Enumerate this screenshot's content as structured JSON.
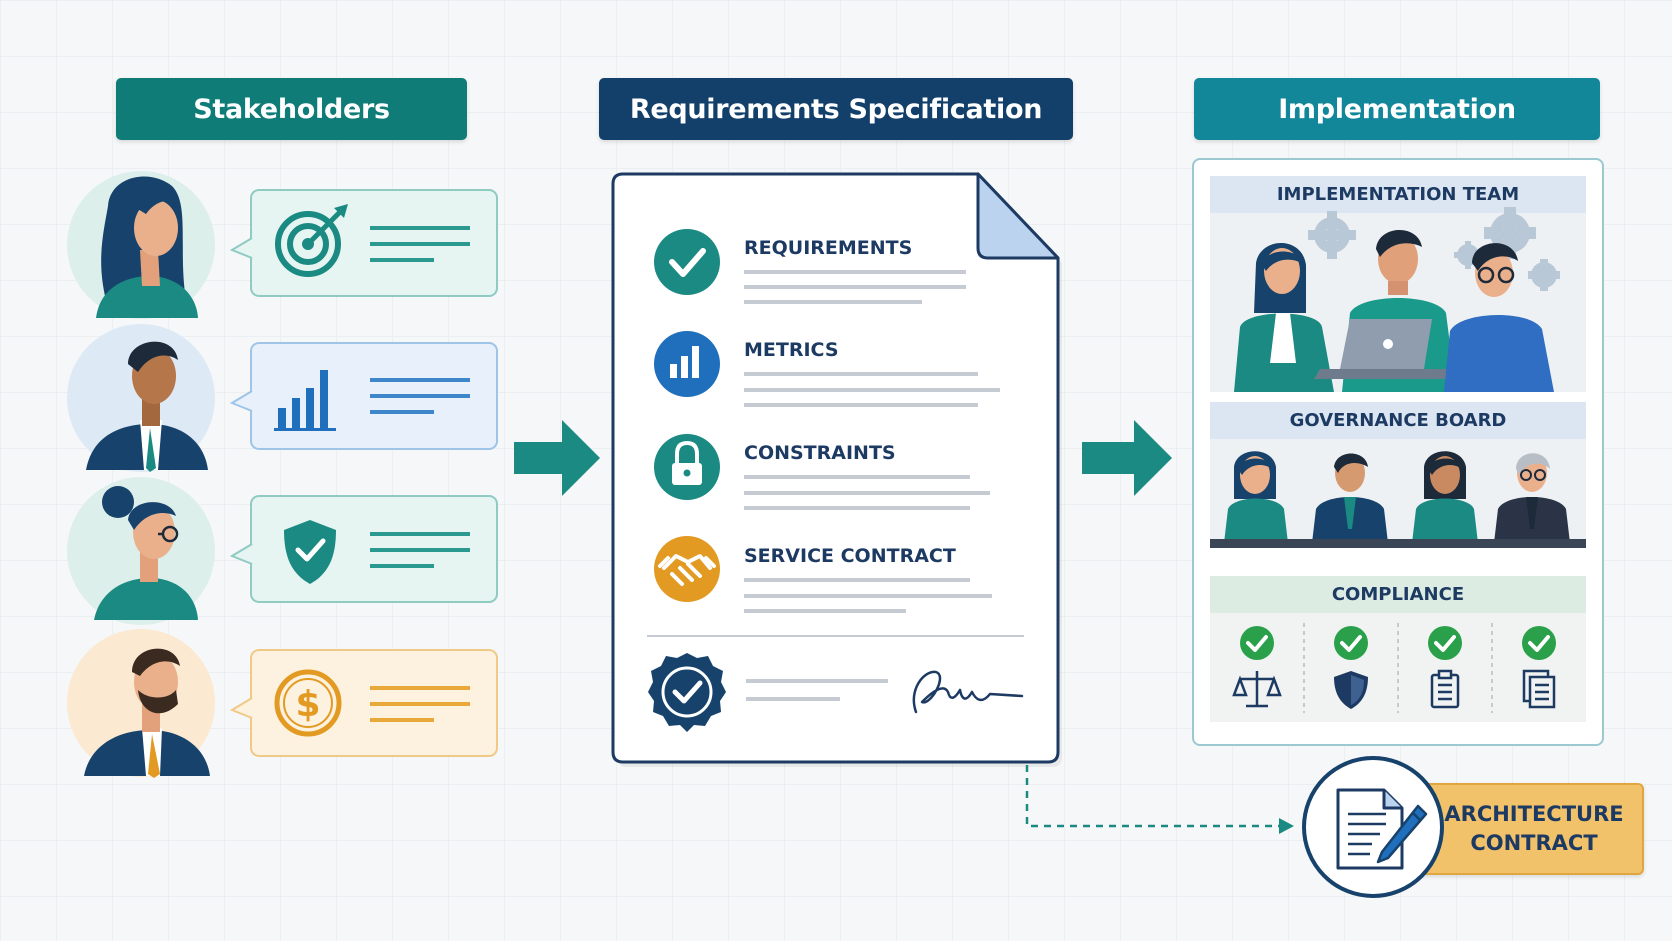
{
  "columns": {
    "stakeholders": {
      "title": "Stakeholders"
    },
    "requirements": {
      "title": "Requirements Specification"
    },
    "implementation": {
      "title": "Implementation"
    }
  },
  "stakeholders": [
    {
      "concern_icon": "target-icon",
      "card_color": "#e6f4f2",
      "border_color": "#8fcbc3"
    },
    {
      "concern_icon": "bar-chart-icon",
      "card_color": "#e8f1fb",
      "border_color": "#9ec4e8"
    },
    {
      "concern_icon": "shield-check-icon",
      "card_color": "#e6f4f2",
      "border_color": "#8fcbc3"
    },
    {
      "concern_icon": "dollar-icon",
      "card_color": "#fdf2df",
      "border_color": "#f0c987"
    }
  ],
  "document": {
    "sections": [
      {
        "label": "REQUIREMENTS",
        "icon": "check-circle-icon",
        "color": "#1a8a82"
      },
      {
        "label": "METRICS",
        "icon": "bar-chart-icon",
        "color": "#1f6fbd"
      },
      {
        "label": "CONSTRAINTS",
        "icon": "lock-icon",
        "color": "#1a8a82"
      },
      {
        "label": "SERVICE CONTRACT",
        "icon": "handshake-icon",
        "color": "#e39a22"
      }
    ],
    "approval_icon": "approval-seal-icon",
    "signature_icon": "signature-icon"
  },
  "implementation_panel": {
    "team_label": "IMPLEMENTATION TEAM",
    "board_label": "GOVERNANCE BOARD",
    "compliance_label": "COMPLIANCE",
    "compliance_items": [
      "scales-icon",
      "shield-icon",
      "clipboard-icon",
      "documents-icon"
    ]
  },
  "architecture_contract": {
    "line1": "ARCHITECTURE",
    "line2": "CONTRACT"
  },
  "colors": {
    "teal": "#1a8a82",
    "navy": "#16426b",
    "blue": "#1f6fbd",
    "gold": "#e39a22",
    "header_teal": "#0f7c77",
    "header_navy": "#13406a",
    "header_cyan": "#118799"
  }
}
